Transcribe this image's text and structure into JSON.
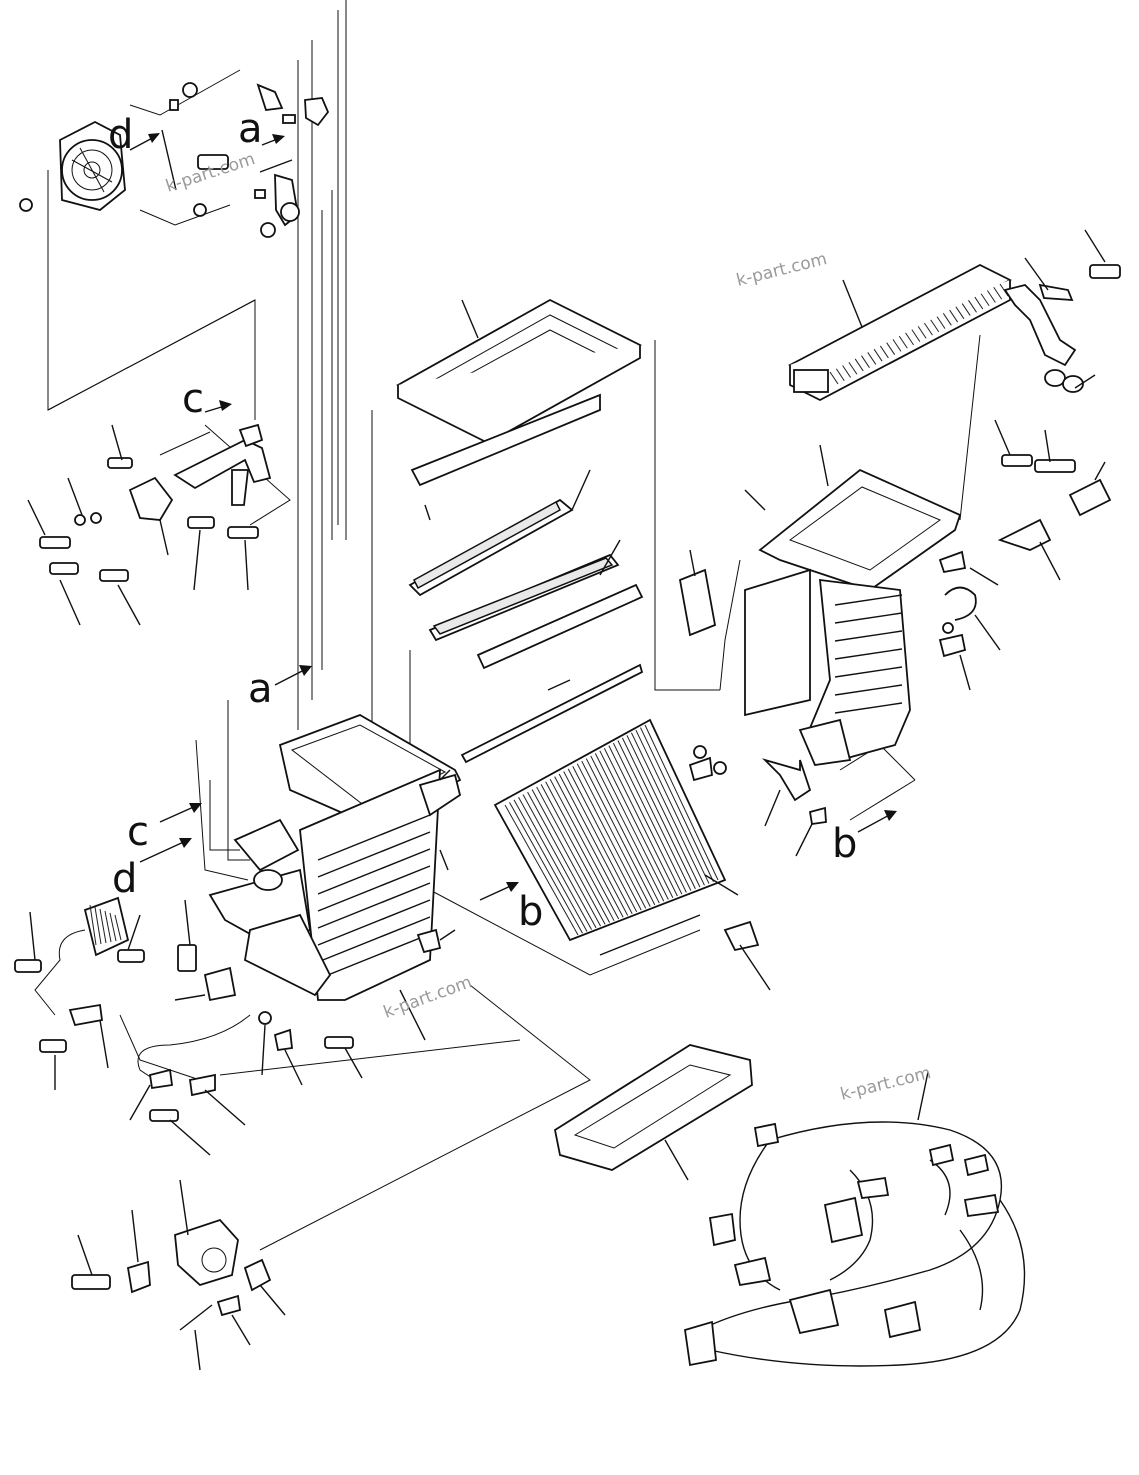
{
  "diagram": {
    "reference_letters": {
      "d_top": "d",
      "a_top": "a",
      "c_mid": "c",
      "a_mid": "a",
      "c_low": "c",
      "d_low": "d",
      "b_center": "b",
      "b_right": "b"
    },
    "watermarks": {
      "top_left": "k-part.com",
      "heater_core": "k-part.com",
      "case_bottom": "k-part.com",
      "harness": "k-part.com"
    }
  }
}
